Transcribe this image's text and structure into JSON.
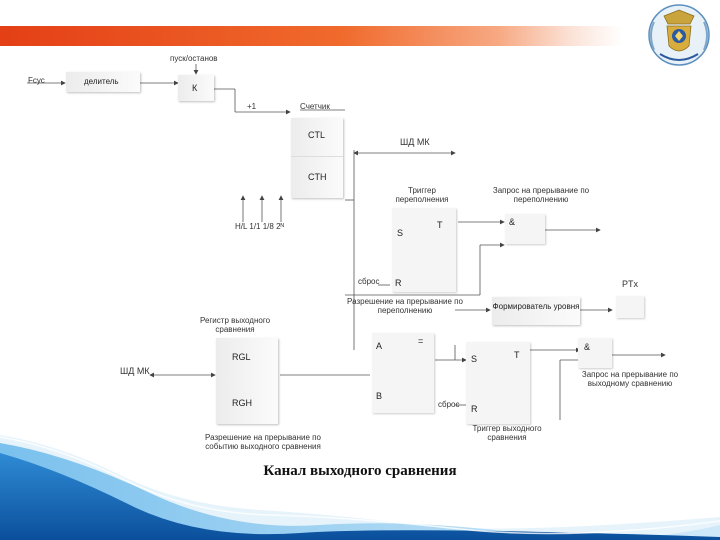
{
  "header": {
    "accent_color": "#e8461a"
  },
  "diagram": {
    "labels": {
      "fsys": "Fсус",
      "divider": "делитель",
      "start_stop": "пуск/останов",
      "k": "К",
      "plus1": "+1",
      "counter": "Счетчик",
      "ctl": "CTL",
      "cth": "CTH",
      "data_bus_top": "ШД МК",
      "overflow_trigger": "Триггер переполнения",
      "overflow_irq_request": "Запрос на прерывание по переполнению",
      "and1": "&",
      "s1": "S",
      "t1": "T",
      "r1": "R",
      "reset1": "сброс",
      "hl_controls": "H/L    1/1     1/8    2ᴺ",
      "ptx": "PTx",
      "overflow_irq_enable": "Разрешение на прерывание по переполнению",
      "level_former": "Формирователь уровня",
      "compare_register": "Регистр выходного сравнения",
      "rgl": "RGL",
      "rgh": "RGH",
      "data_bus_left": "ШД МК",
      "a": "A",
      "b": "B",
      "eq": "=",
      "s2": "S",
      "t2": "T",
      "r2": "R",
      "reset2": "сброс",
      "and2": "&",
      "compare_irq_request": "Запрос на прерывание по выходному сравнению",
      "compare_irq_enable": "Разрешение на прерывание по событию выходного сравнения",
      "compare_trigger": "Триггер выходного сравнения"
    }
  },
  "footer": {
    "title": "Канал выходного сравнения"
  }
}
